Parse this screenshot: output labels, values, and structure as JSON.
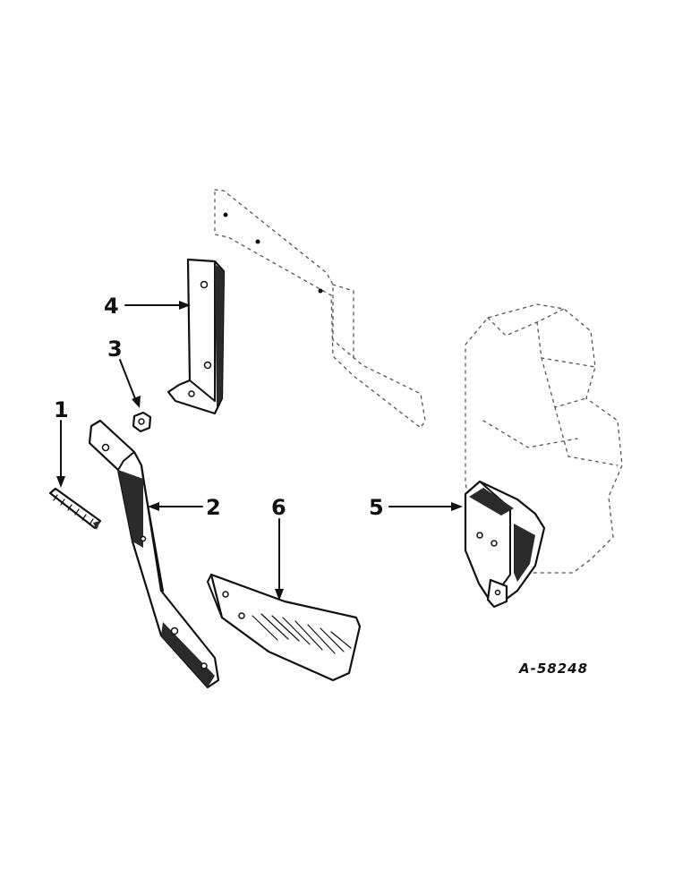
{
  "figure_reference": "A-58248",
  "callouts": [
    {
      "id": "1",
      "label": "1"
    },
    {
      "id": "2",
      "label": "2"
    },
    {
      "id": "3",
      "label": "3"
    },
    {
      "id": "4",
      "label": "4"
    },
    {
      "id": "5",
      "label": "5"
    },
    {
      "id": "6",
      "label": "6"
    }
  ]
}
